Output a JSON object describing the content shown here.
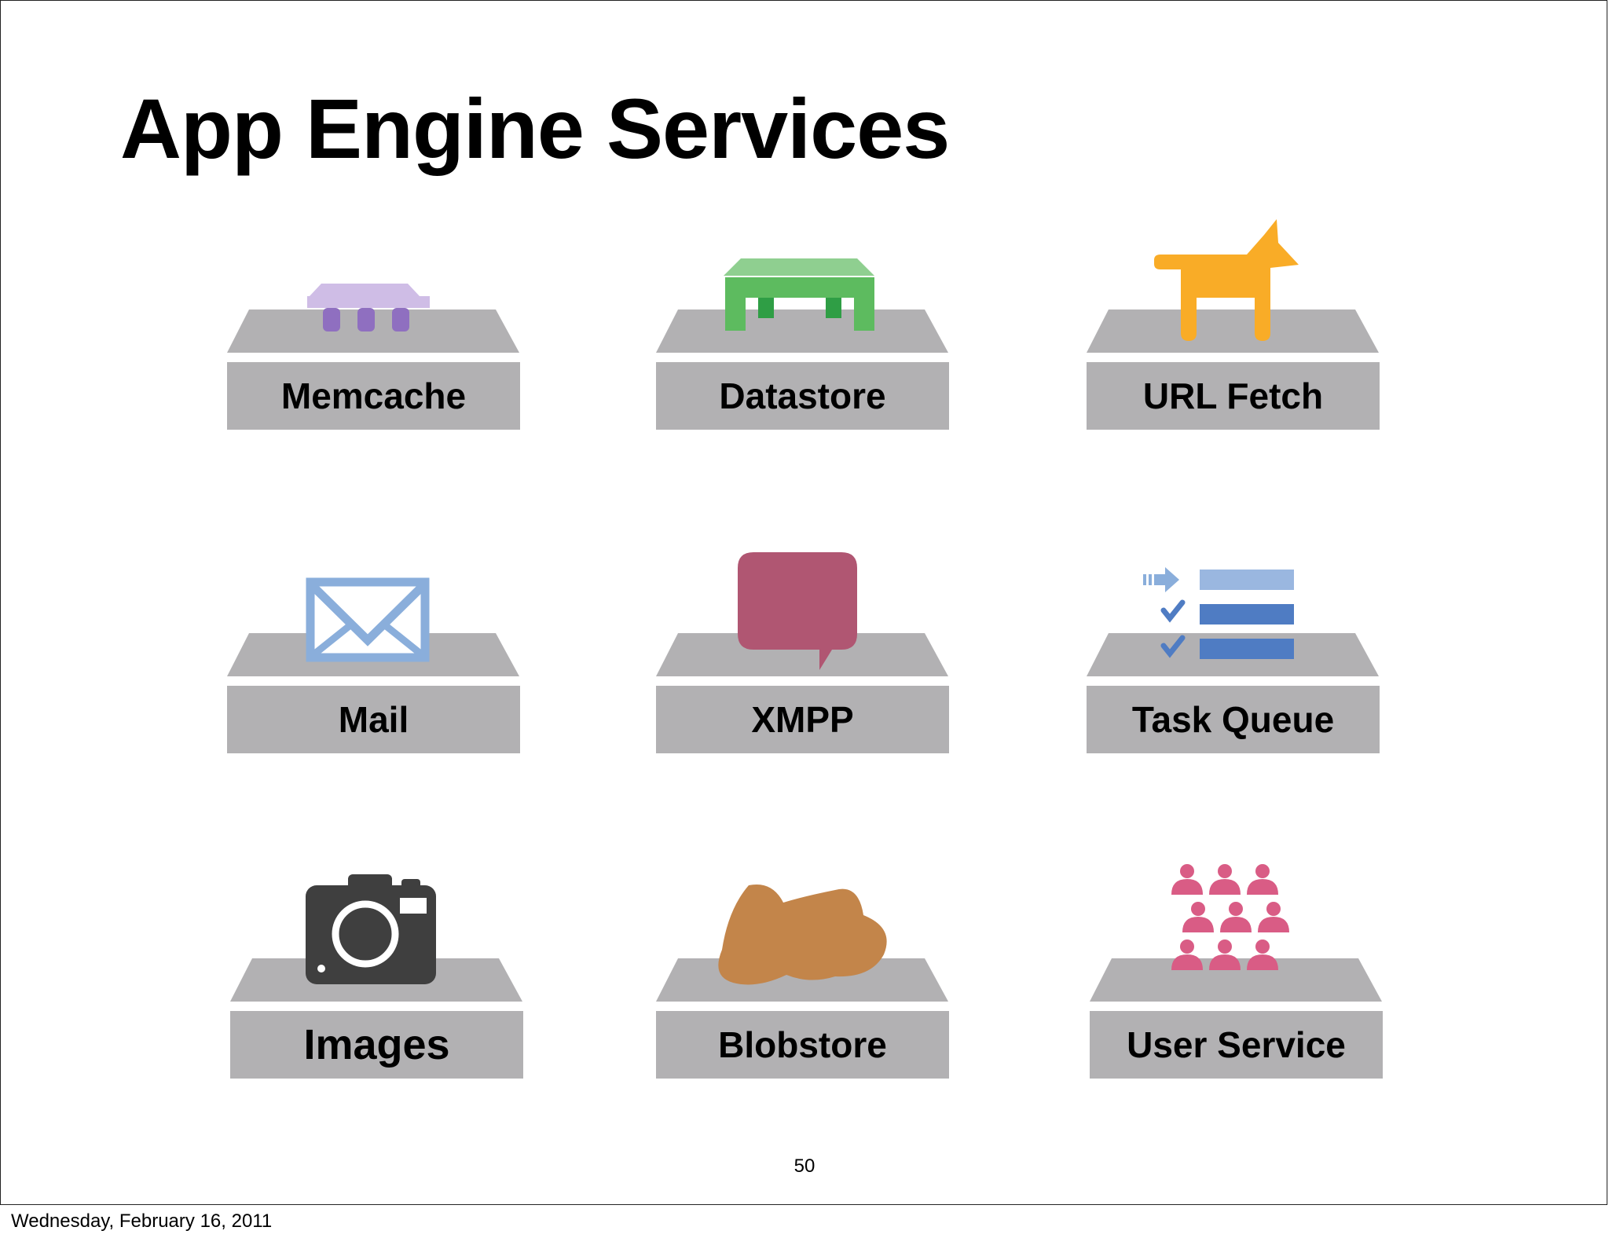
{
  "slide": {
    "title": "App Engine Services",
    "page_number": "50",
    "footer_date": "Wednesday, February 16, 2011"
  },
  "services": [
    {
      "label": "Memcache",
      "icon": "memcache-chip-icon",
      "color": "#8f6fc0"
    },
    {
      "label": "Datastore",
      "icon": "datastore-table-icon",
      "color": "#5dbb5f"
    },
    {
      "label": "URL Fetch",
      "icon": "dog-icon",
      "color": "#f9ac27"
    },
    {
      "label": "Mail",
      "icon": "envelope-icon",
      "color": "#8aaedb"
    },
    {
      "label": "XMPP",
      "icon": "speech-bubble-icon",
      "color": "#b05672"
    },
    {
      "label": "Task Queue",
      "icon": "task-list-icon",
      "color": "#4f7cc3"
    },
    {
      "label": "Images",
      "icon": "camera-icon",
      "color": "#3f3f3f"
    },
    {
      "label": "Blobstore",
      "icon": "blob-icon",
      "color": "#c3854a"
    },
    {
      "label": "User Service",
      "icon": "users-group-icon",
      "color": "#d95c85"
    }
  ]
}
